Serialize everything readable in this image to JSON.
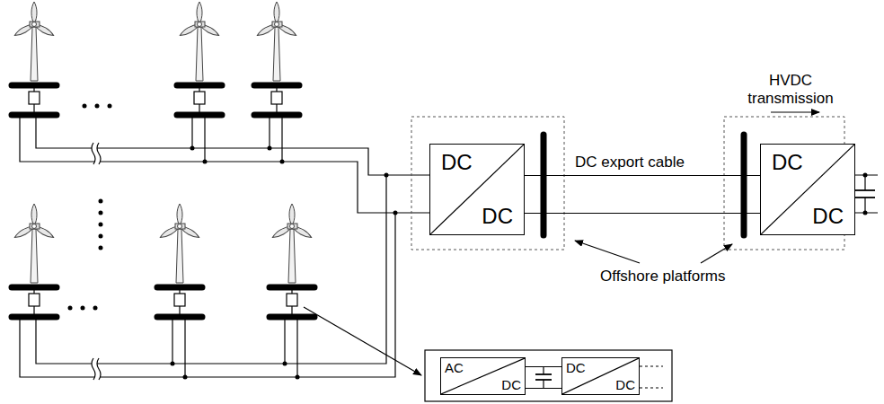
{
  "diagram": {
    "nodes": [
      {
        "text": [
          "DC",
          "DC"
        ]
      },
      {
        "text": [
          "DC",
          "DC"
        ]
      },
      {
        "text": [
          "AC",
          "DC"
        ]
      },
      {
        "text": [
          "DC",
          "DC"
        ]
      }
    ],
    "edges": [
      {
        "from": 0,
        "to": 1,
        "arrow": "none",
        "label": "DC export cable"
      },
      {
        "from": 2,
        "to": 3,
        "arrow": "none"
      }
    ],
    "labels": [
      "HVDC transmission",
      "Offshore platforms"
    ]
  }
}
